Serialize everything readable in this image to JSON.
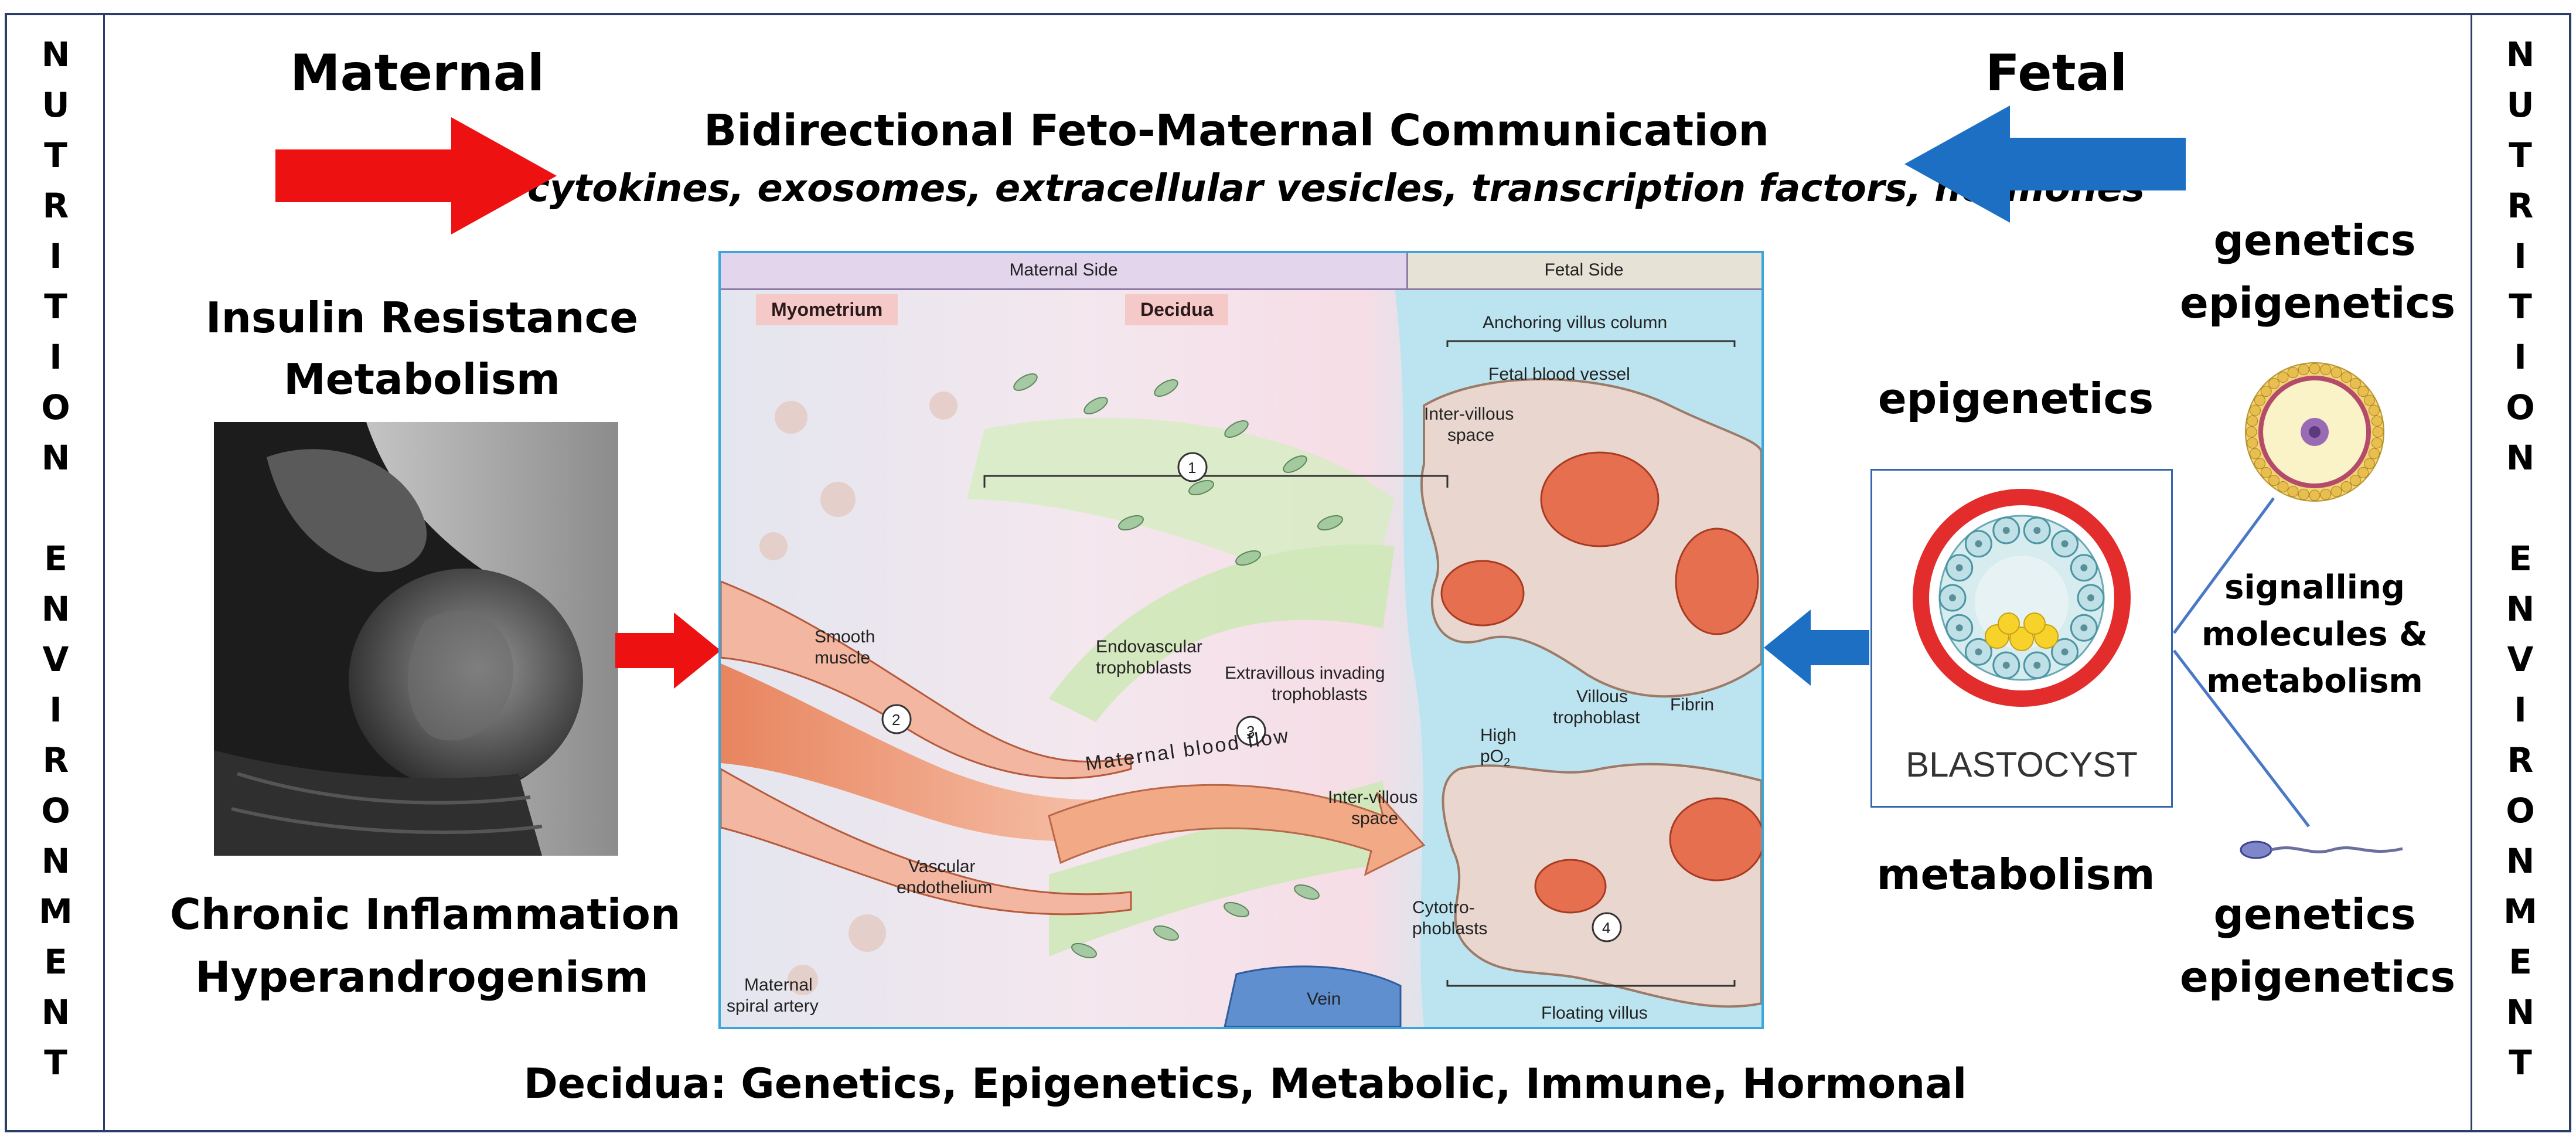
{
  "frame_color": "#2c3e67",
  "left_column": [
    "N",
    "U",
    "T",
    "R",
    "I",
    "T",
    "I",
    "O",
    "N",
    "",
    "E",
    "N",
    "V",
    "I",
    "R",
    "O",
    "N",
    "M",
    "E",
    "N",
    "T"
  ],
  "right_column": [
    "N",
    "U",
    "T",
    "R",
    "I",
    "T",
    "I",
    "O",
    "N",
    "",
    "E",
    "N",
    "V",
    "I",
    "R",
    "O",
    "N",
    "M",
    "E",
    "N",
    "T"
  ],
  "header": {
    "maternal": "Maternal",
    "fetal": "Fetal",
    "title": "Bidirectional Feto-Maternal Communication",
    "subtitle": "cytokines, exosomes, extracellular vesicles, transcription factors, hormones"
  },
  "left": {
    "top_line1": "Insulin Resistance",
    "top_line2": "Metabolism",
    "bottom_line1": "Chronic Inflammation",
    "bottom_line2": "Hyperandrogenism",
    "photo_icon": "pregnant-silhouette-photo"
  },
  "right": {
    "epigenetics": "epigenetics",
    "metabolism": "metabolism",
    "top_genetics": "genetics",
    "top_epigenetics": "epigenetics",
    "bottom_genetics": "genetics",
    "bottom_epigenetics": "epigenetics",
    "signalling_line1": "signalling",
    "signalling_line2": "molecules &",
    "signalling_line3": "metabolism",
    "blastocyst": "BLASTOCYST",
    "oocyte_icon": "oocyte-icon",
    "sperm_icon": "sperm-icon"
  },
  "diagram": {
    "maternal_side": "Maternal Side",
    "fetal_side": "Fetal Side",
    "myometrium": "Myometrium",
    "decidua": "Decidua",
    "anchoring": "Anchoring villus column",
    "fetal_vessel": "Fetal blood vessel",
    "intervillous_top_1": "Inter-villous",
    "intervillous_top_2": "space",
    "smooth_1": "Smooth",
    "smooth_2": "muscle",
    "endovascular_1": "Endovascular",
    "endovascular_2": "trophoblasts",
    "extravillous_1": "Extravillous invading",
    "extravillous_2": "trophoblasts",
    "villous_1": "Villous",
    "villous_2": "trophoblast",
    "fibrin": "Fibrin",
    "high": "High",
    "po2": "pO",
    "po2_sub": "2",
    "blood_flow": "Maternal blood flow",
    "intervillous_mid_1": "Inter-villous",
    "intervillous_mid_2": "space",
    "vascular_1": "Vascular",
    "vascular_2": "endothelium",
    "cytotro_1": "Cytotro-",
    "cytotro_2": "phoblasts",
    "vein": "Vein",
    "spiral_1": "Maternal",
    "spiral_2": "spiral artery",
    "floating": "Floating villus",
    "n1": "1",
    "n2": "2",
    "n3": "3",
    "n4": "4"
  },
  "footer": "Decidua: Genetics, Epigenetics, Metabolic, Immune, Hormonal",
  "colors": {
    "maternal_arrow": "#ee1111",
    "fetal_arrow": "#1d6fc4",
    "blastocyst_ring": "#e32c2c",
    "link_line": "#4a78c8"
  }
}
